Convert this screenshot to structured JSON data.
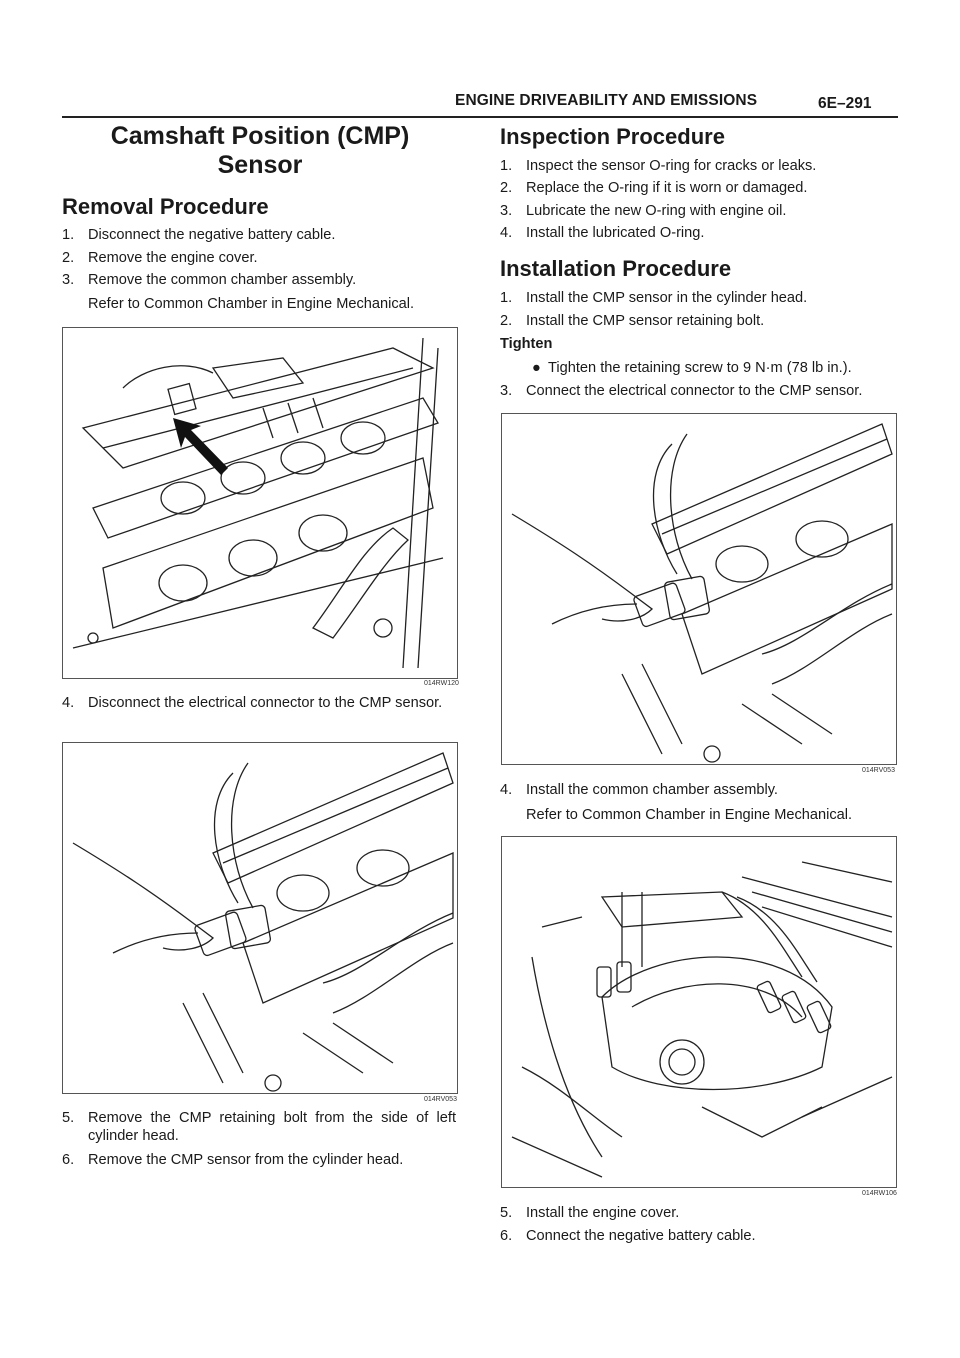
{
  "header": {
    "title": "ENGINE DRIVEABILITY AND EMISSIONS",
    "page": "6E–291"
  },
  "left": {
    "title_line1": "Camshaft Position (CMP)",
    "title_line2": "Sensor",
    "removal_heading": "Removal Procedure",
    "steps_a": [
      {
        "n": "1.",
        "t": "Disconnect the negative battery cable."
      },
      {
        "n": "2.",
        "t": "Remove the engine cover."
      },
      {
        "n": "3.",
        "t": "Remove the common chamber assembly."
      }
    ],
    "note_3": "Refer to Common Chamber in Engine Mechanical.",
    "fig1_id": "014RW120",
    "step4": {
      "n": "4.",
      "t": "Disconnect the electrical connector to the CMP sensor."
    },
    "fig2_id": "014RV053",
    "step5": {
      "n": "5.",
      "t": "Remove the CMP retaining bolt from the side of left cylinder head."
    },
    "step6": {
      "n": "6.",
      "t": "Remove the CMP sensor from the cylinder head."
    }
  },
  "right": {
    "inspection_heading": "Inspection Procedure",
    "insp_steps": [
      {
        "n": "1.",
        "t": "Inspect the sensor O-ring for cracks or leaks."
      },
      {
        "n": "2.",
        "t": "Replace the O-ring if it is worn or damaged."
      },
      {
        "n": "3.",
        "t": "Lubricate the new O-ring with engine oil."
      },
      {
        "n": "4.",
        "t": "Install the lubricated O-ring."
      }
    ],
    "install_heading": "Installation Procedure",
    "inst_steps": [
      {
        "n": "1.",
        "t": "Install the CMP sensor in the cylinder head."
      },
      {
        "n": "2.",
        "t": "Install the CMP sensor retaining bolt."
      }
    ],
    "tighten_label": "Tighten",
    "tighten_item": "Tighten the retaining screw to 9 N·m (78 lb in.).",
    "step3": {
      "n": "3.",
      "t": "Connect the electrical connector to the CMP sensor."
    },
    "fig3_id": "014RV053",
    "step4": {
      "n": "4.",
      "t": "Install the common chamber assembly."
    },
    "note_4": "Refer to Common Chamber in Engine Mechanical.",
    "fig4_id": "014RW106",
    "step5": {
      "n": "5.",
      "t": "Install the engine cover."
    },
    "step6": {
      "n": "6.",
      "t": "Connect the negative battery cable."
    }
  }
}
